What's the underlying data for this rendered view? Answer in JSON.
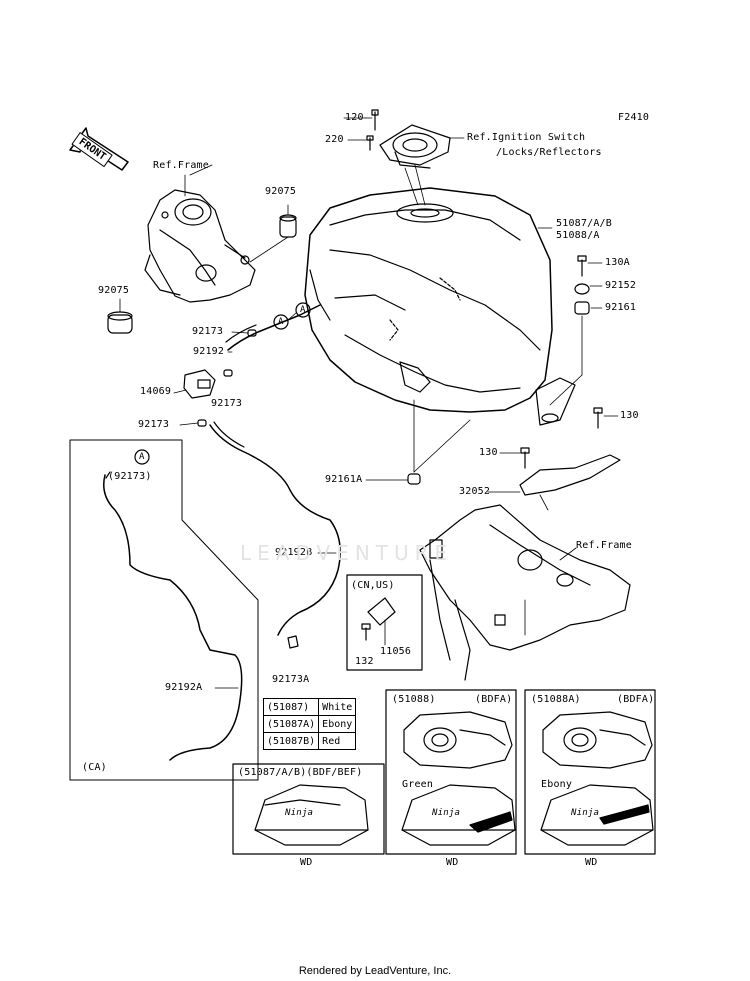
{
  "diagram_id": "F2410",
  "front_label": "FRONT",
  "watermark": "LEADVENTURE",
  "credit": "Rendered by LeadVenture, Inc.",
  "labels": {
    "p120": "120",
    "p220": "220",
    "ref_ignition": "Ref.Ignition Switch",
    "ref_ignition_2": "/Locks/Reflectors",
    "ref_frame_top": "Ref.Frame",
    "p92075_a": "92075",
    "p92075_b": "92075",
    "p51087": "51087/A/B",
    "p51088": "51088/A",
    "p130a": "130A",
    "p92152": "92152",
    "p92161": "92161",
    "p92173_1": "92173",
    "p92192": "92192",
    "p14069": "14069",
    "p92173_2": "92173",
    "p92173_3": "92173",
    "p130_r": "130",
    "p130_c": "130",
    "p92161a": "92161A",
    "p32052": "32052",
    "ref_frame_bottom": "Ref.Frame",
    "p92173_ca": "(92173)",
    "p92192b": "92192B",
    "cn_us": "(CN,US)",
    "p11056": "11056",
    "p132": "132",
    "p92173a": "92173A",
    "p92192a": "92192A",
    "ca": "(CA)",
    "circle_a": "A"
  },
  "color_table": [
    {
      "code": "(51087)",
      "color": "White"
    },
    {
      "code": "(51087A)",
      "color": "Ebony"
    },
    {
      "code": "(51087B)",
      "color": "Red"
    }
  ],
  "variant_boxes": {
    "box1_title": "(51088)",
    "box1_model": "(BDFA)",
    "box2_title": "(51088A)",
    "box2_model": "(BDFA)",
    "box3_title": "(51087/A/B)(BDF/BEF)",
    "green": "Green",
    "ebony": "Ebony",
    "wd": "WD",
    "decal": "Ninja"
  }
}
